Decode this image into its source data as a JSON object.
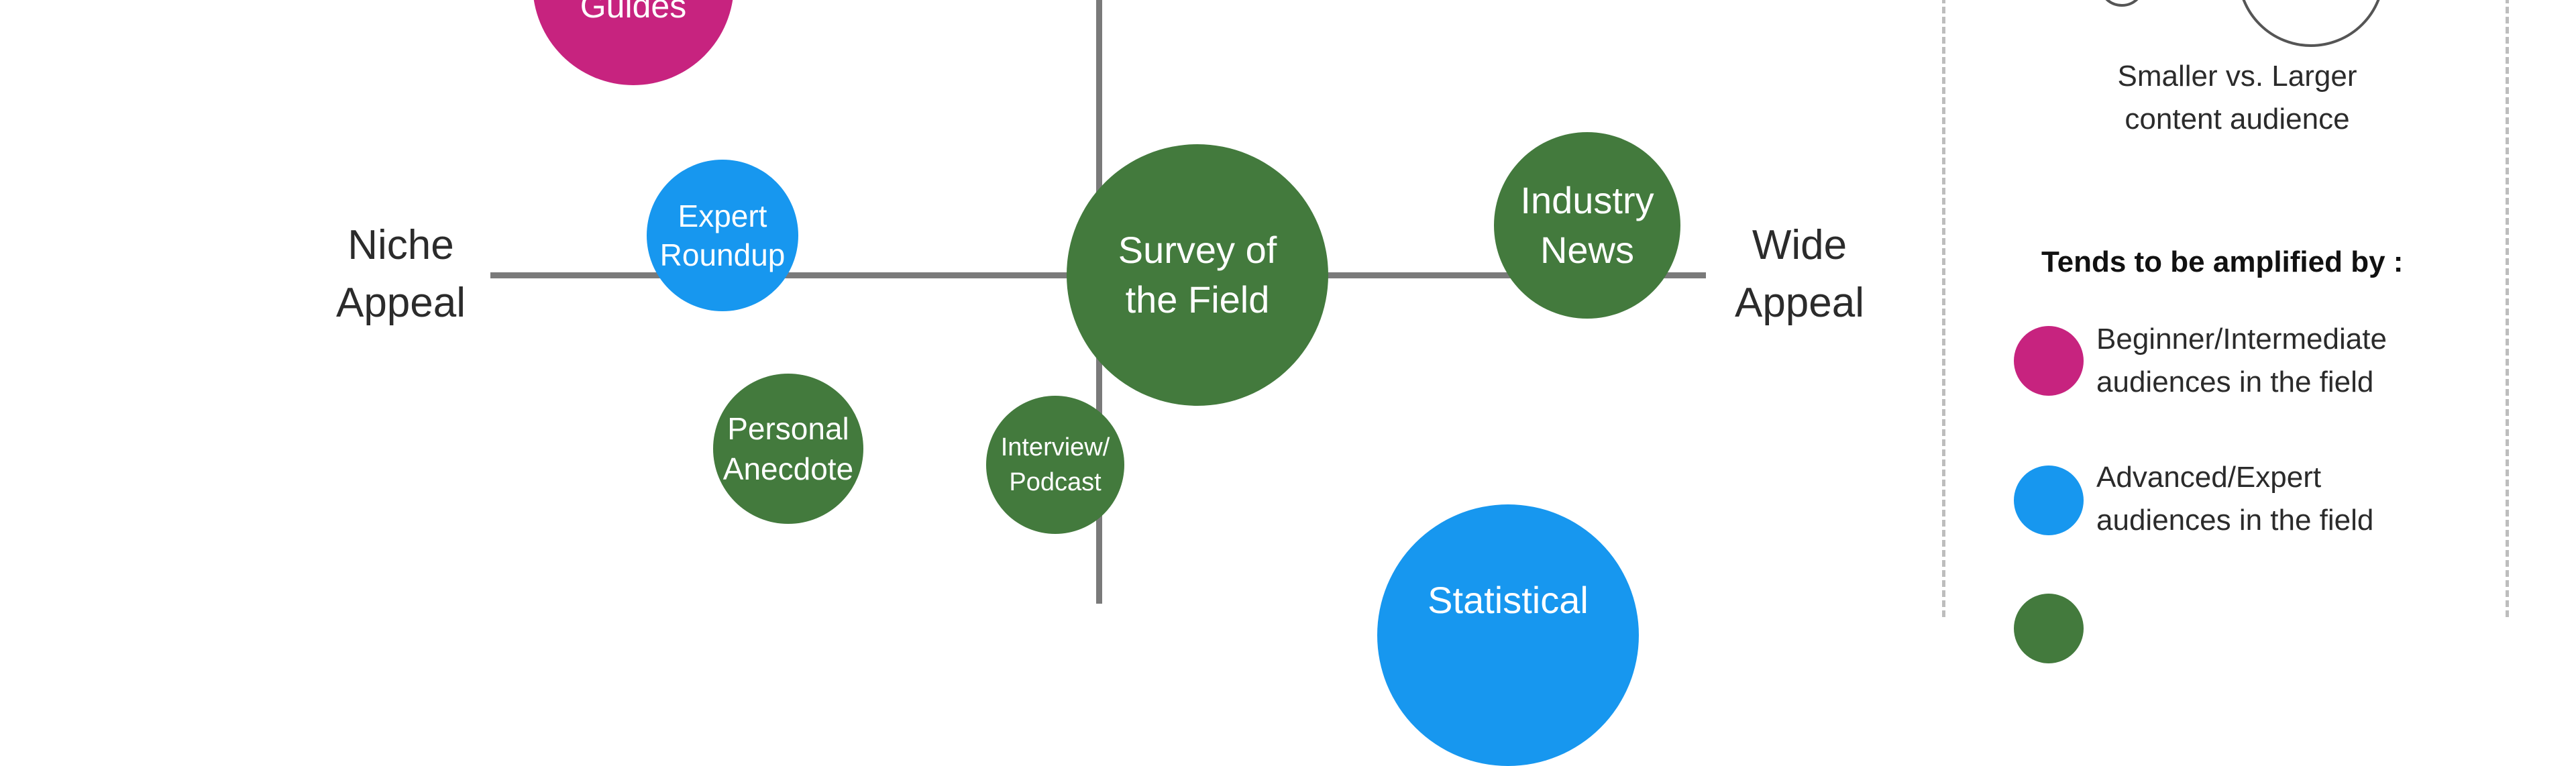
{
  "axes": {
    "left_label": [
      "Niche",
      "Appeal"
    ],
    "right_label": [
      "Wide",
      "Appeal"
    ]
  },
  "bubbles": [
    {
      "id": "guides",
      "lines": [
        "Guides"
      ],
      "category": "beginner_intermediate"
    },
    {
      "id": "expert_roundup",
      "lines": [
        "Expert",
        "Roundup"
      ],
      "category": "advanced_expert"
    },
    {
      "id": "survey_of_the_field",
      "lines": [
        "Survey of",
        "the Field"
      ],
      "category": "green"
    },
    {
      "id": "industry_news",
      "lines": [
        "Industry",
        "News"
      ],
      "category": "green"
    },
    {
      "id": "personal_anecdote",
      "lines": [
        "Personal",
        "Anecdote"
      ],
      "category": "green"
    },
    {
      "id": "interview_podcast",
      "lines": [
        "Interview/",
        "Podcast"
      ],
      "category": "green"
    },
    {
      "id": "statistical",
      "lines": [
        "Statistical"
      ],
      "category": "advanced_expert"
    }
  ],
  "legend": {
    "size_caption": [
      "Smaller vs. Larger",
      "content audience"
    ],
    "heading": "Tends to be amplified by :",
    "items": [
      {
        "lines": [
          "Beginner/Intermediate",
          "audiences in the field"
        ],
        "color": "#c7237f"
      },
      {
        "lines": [
          "Advanced/Expert",
          "audiences in the field"
        ],
        "color": "#1797ef"
      }
    ]
  },
  "colors": {
    "beginner_intermediate": "#c7237f",
    "advanced_expert": "#1797ef",
    "green": "#437a3d",
    "axis": "#7a7a7a"
  }
}
